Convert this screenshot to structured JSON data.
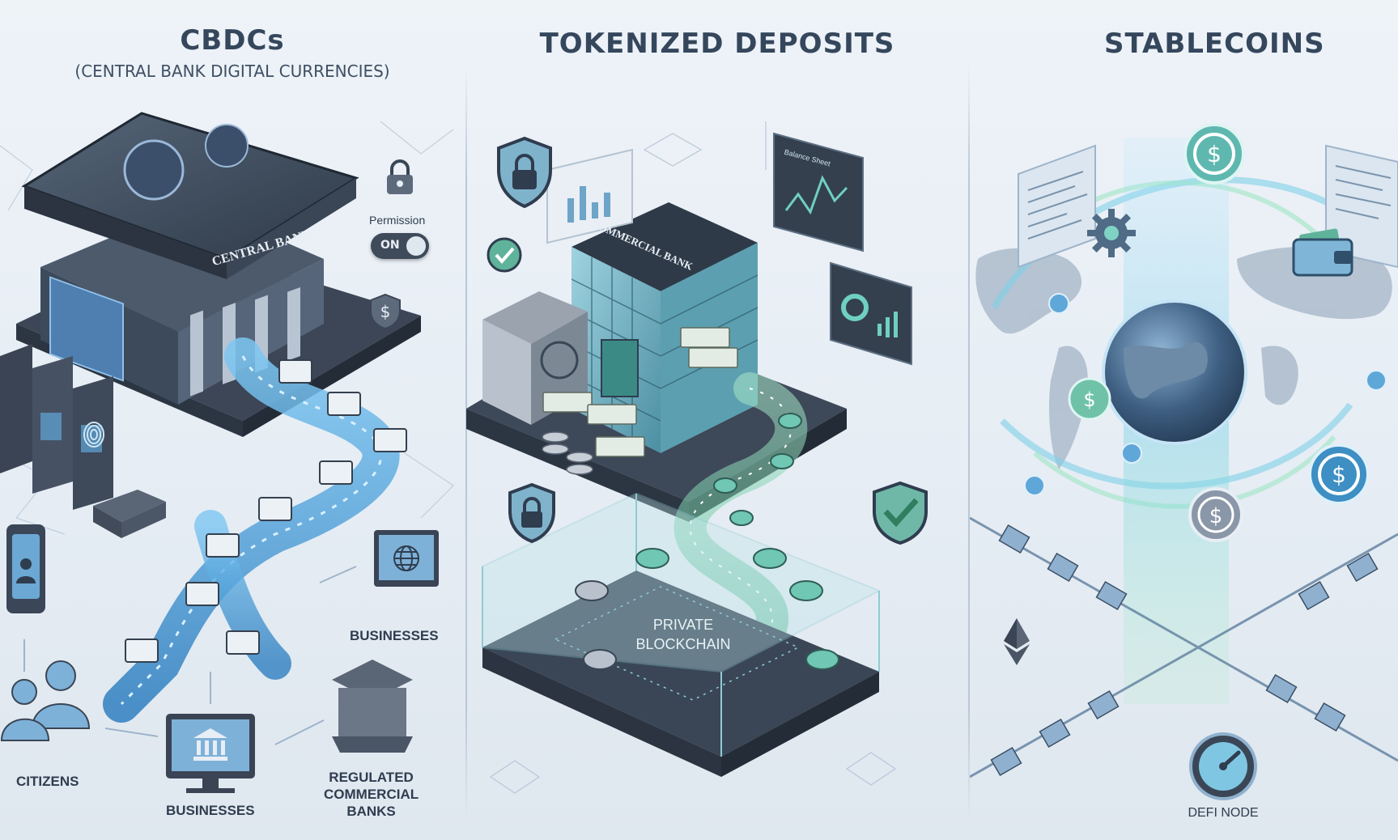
{
  "panels": {
    "cbdc": {
      "title": "CBDCs",
      "subtitle": "(CENTRAL BANK DIGITAL CURRENCIES)",
      "building_label": "CENTRAL BANK",
      "permission_label": "Permission",
      "toggle_label": "ON",
      "labels": {
        "businesses_right": "BUSINESSES",
        "citizens": "CITIZENS",
        "businesses_bottom": "BUSINESSES",
        "regulated": "REGULATED\nCOMMERCIAL\nBANKS"
      }
    },
    "tokenized": {
      "title": "TOKENIZED DEPOSITS",
      "building_label": "COMMERCIAL BANK",
      "screen_label": "Balance Sheet",
      "platform_label": "PRIVATE\nBLOCKCHAIN"
    },
    "stablecoins": {
      "title": "STABLECOINS",
      "node_label": "DEFI NODE"
    }
  },
  "colors": {
    "accent_blue": "#4a9fd6",
    "accent_green": "#5cc08f",
    "dark_slate": "#3a4656",
    "teal": "#5fb8b0"
  },
  "icons": [
    "lock-icon",
    "shield-dollar-icon",
    "fingerprint-icon",
    "person-icon",
    "globe-icon",
    "monitor-icon",
    "bank-icon",
    "check-shield-icon",
    "dollar-coin-icon",
    "wallet-icon",
    "gear-icon",
    "ethereum-icon",
    "gauge-icon"
  ]
}
